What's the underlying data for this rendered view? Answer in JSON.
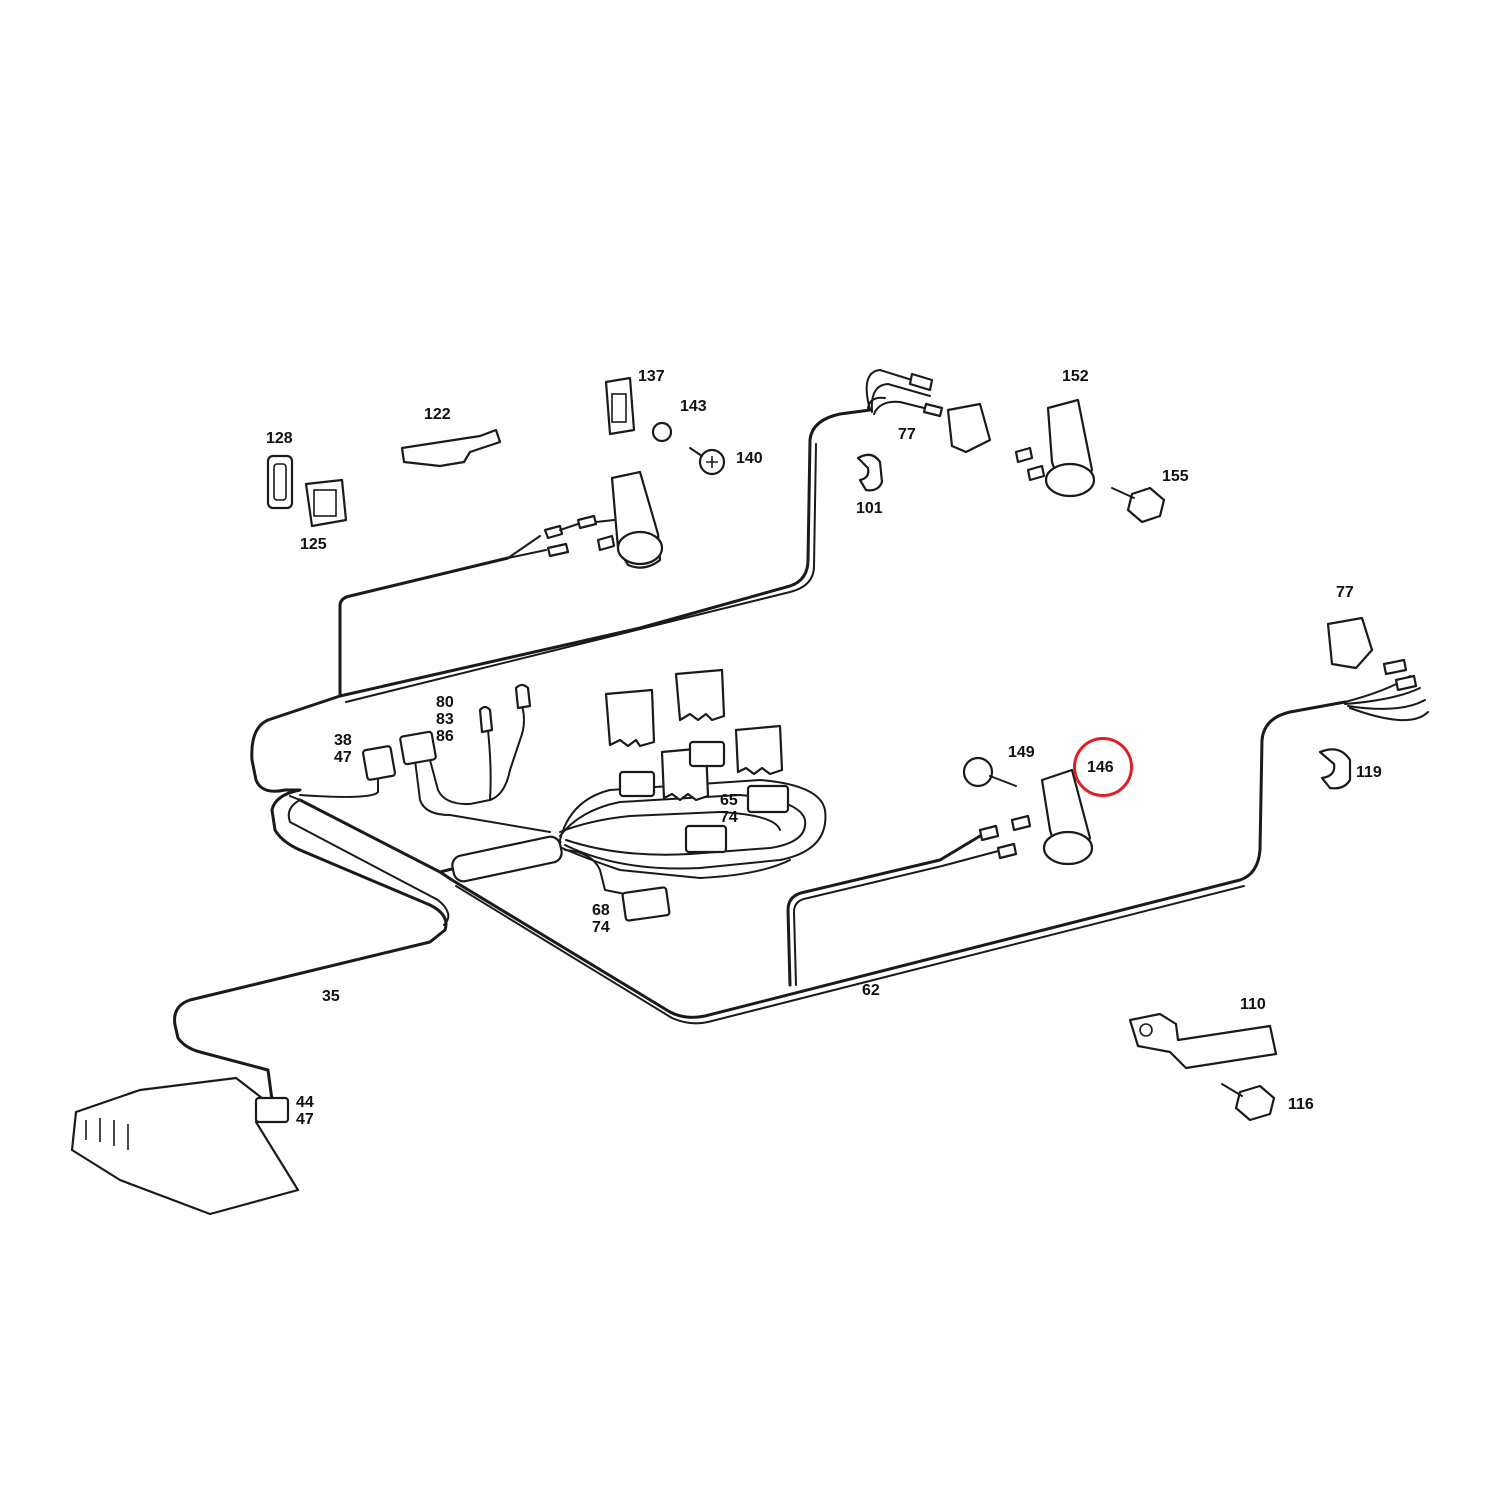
{
  "callouts": {
    "c128": "128",
    "c125": "125",
    "c122": "122",
    "c137": "137",
    "c143": "143",
    "c140": "140",
    "c77a": "77",
    "c101": "101",
    "c152": "152",
    "c155": "155",
    "c77b": "77",
    "c119": "119",
    "c149": "149",
    "c146": "146",
    "c80": "80",
    "c83": "83",
    "c86": "86",
    "c38": "38",
    "c47a": "47",
    "c65": "65",
    "c74a": "74",
    "c68": "68",
    "c74b": "74",
    "c35": "35",
    "c62": "62",
    "c44": "44",
    "c47b": "47",
    "c110": "110",
    "c116": "116"
  },
  "highlight": {
    "label": "146",
    "color": "#e02020"
  },
  "colors": {
    "line": "#1a1a1a",
    "background": "#ffffff",
    "highlight": "#e02020"
  }
}
